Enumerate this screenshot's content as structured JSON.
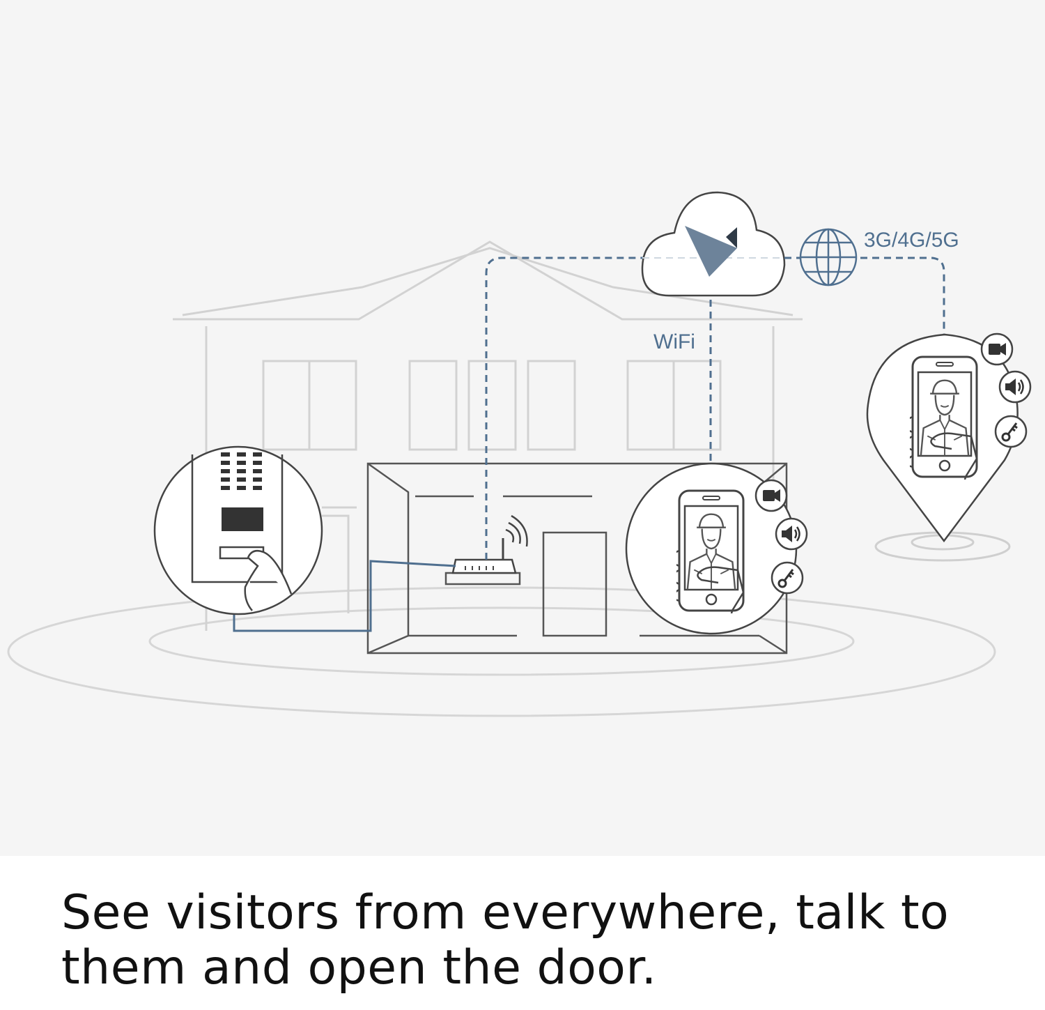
{
  "diagram": {
    "labels": {
      "wifi": "WiFi",
      "mobile_network": "3G/4G/5G"
    },
    "icons": {
      "cloud": "cloud-icon",
      "brand_logo": "brand-logo-icon",
      "globe": "globe-icon",
      "router": "wifi-router-icon",
      "door_station": "door-station-icon",
      "smartphone": "smartphone-icon",
      "video": "video-camera-icon",
      "speaker": "speaker-icon",
      "key": "key-icon",
      "location_pin": "location-pin-icon",
      "house": "house-outline"
    },
    "colors": {
      "accent_blue": "#4f6f8f",
      "line_gray": "#cccccc",
      "dark_outline": "#555555"
    }
  },
  "caption": {
    "line1": "See visitors from everywhere, talk to",
    "line2": "them and open the door."
  }
}
